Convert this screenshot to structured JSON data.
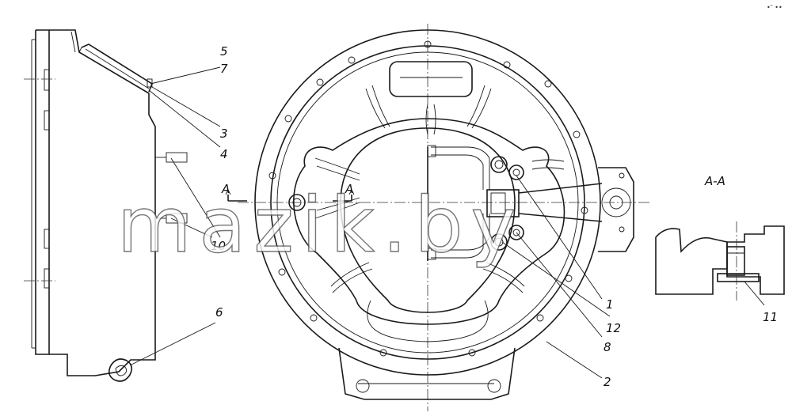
{
  "diagram": {
    "section_title": "A-A",
    "section_mark": "A",
    "watermark": "mazik.by",
    "corner_mark": "•″ ••",
    "callouts": [
      "1",
      "2",
      "3",
      "4",
      "5",
      "6",
      "7",
      "8",
      "10",
      "11",
      "12"
    ]
  }
}
